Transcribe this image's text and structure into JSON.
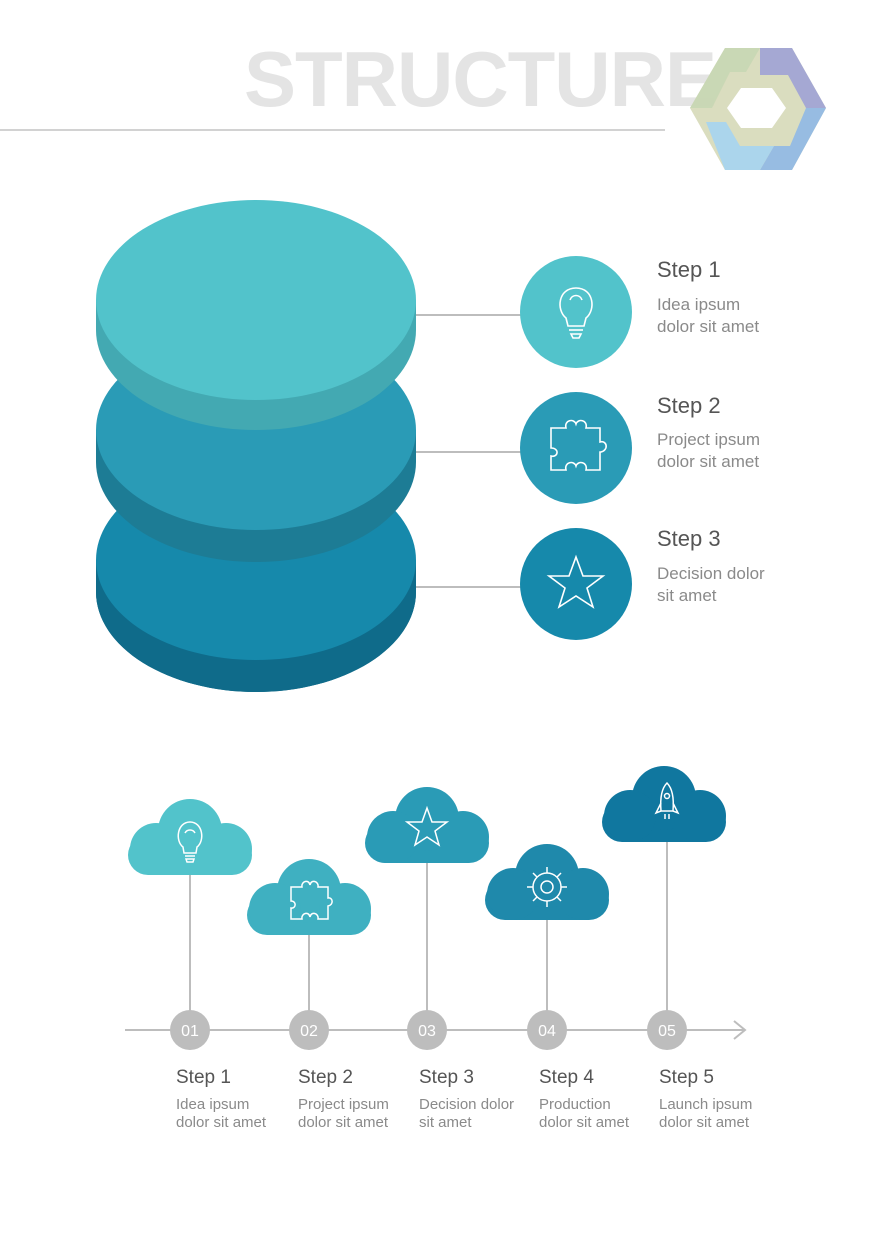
{
  "header": {
    "title": "STRUCTURE"
  },
  "colors": {
    "teal_light": "#52c3cb",
    "teal_light_side": "#43a9b2",
    "teal_mid": "#2a9bb6",
    "teal_mid_side": "#1d7c95",
    "teal_dark": "#1689ab",
    "teal_dark_side": "#0f6b8a",
    "cloud_1": "#52c3cb",
    "cloud_2": "#3fb0c1",
    "cloud_3": "#2a9bb6",
    "cloud_4": "#1f89ab",
    "cloud_5": "#10779f",
    "line_gray": "#bdbdbd",
    "node_gray": "#bdbdbd"
  },
  "stack_steps": [
    {
      "title": "Step 1",
      "desc": "Idea ipsum dolor sit amet",
      "icon": "lightbulb-icon"
    },
    {
      "title": "Step 2",
      "desc": "Project ipsum dolor sit amet",
      "icon": "puzzle-icon"
    },
    {
      "title": "Step 3",
      "desc": "Decision dolor sit amet",
      "icon": "star-icon"
    }
  ],
  "timeline": [
    {
      "num": "01",
      "title": "Step 1",
      "desc": "Idea ipsum dolor sit amet",
      "icon": "lightbulb-icon"
    },
    {
      "num": "02",
      "title": "Step 2",
      "desc": "Project ipsum dolor sit amet",
      "icon": "puzzle-icon"
    },
    {
      "num": "03",
      "title": "Step 3",
      "desc": "Decision dolor sit amet",
      "icon": "star-icon"
    },
    {
      "num": "04",
      "title": "Step 4",
      "desc": "Production dolor sit amet",
      "icon": "gear-icon"
    },
    {
      "num": "05",
      "title": "Step 5",
      "desc": "Launch ipsum dolor sit amet",
      "icon": "rocket-icon"
    }
  ]
}
